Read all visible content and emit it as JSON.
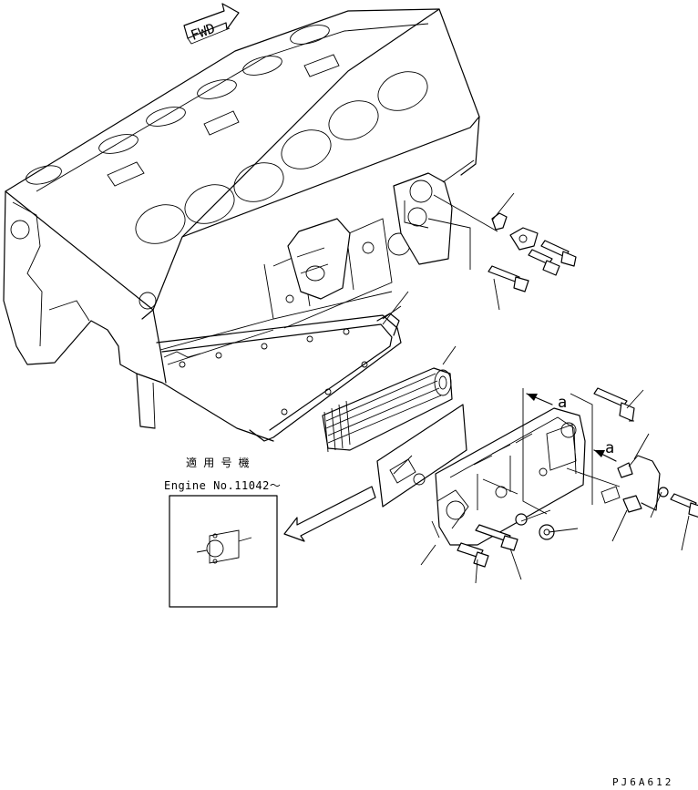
{
  "direction_arrow": {
    "label": "FWD"
  },
  "callout_letters": {
    "a_upper": "a",
    "a_lower": "a"
  },
  "applicable_serial": {
    "heading": "適 用 号 機",
    "engine_number": "Engine No.11042～"
  },
  "drawing_code": "PJ6A612"
}
